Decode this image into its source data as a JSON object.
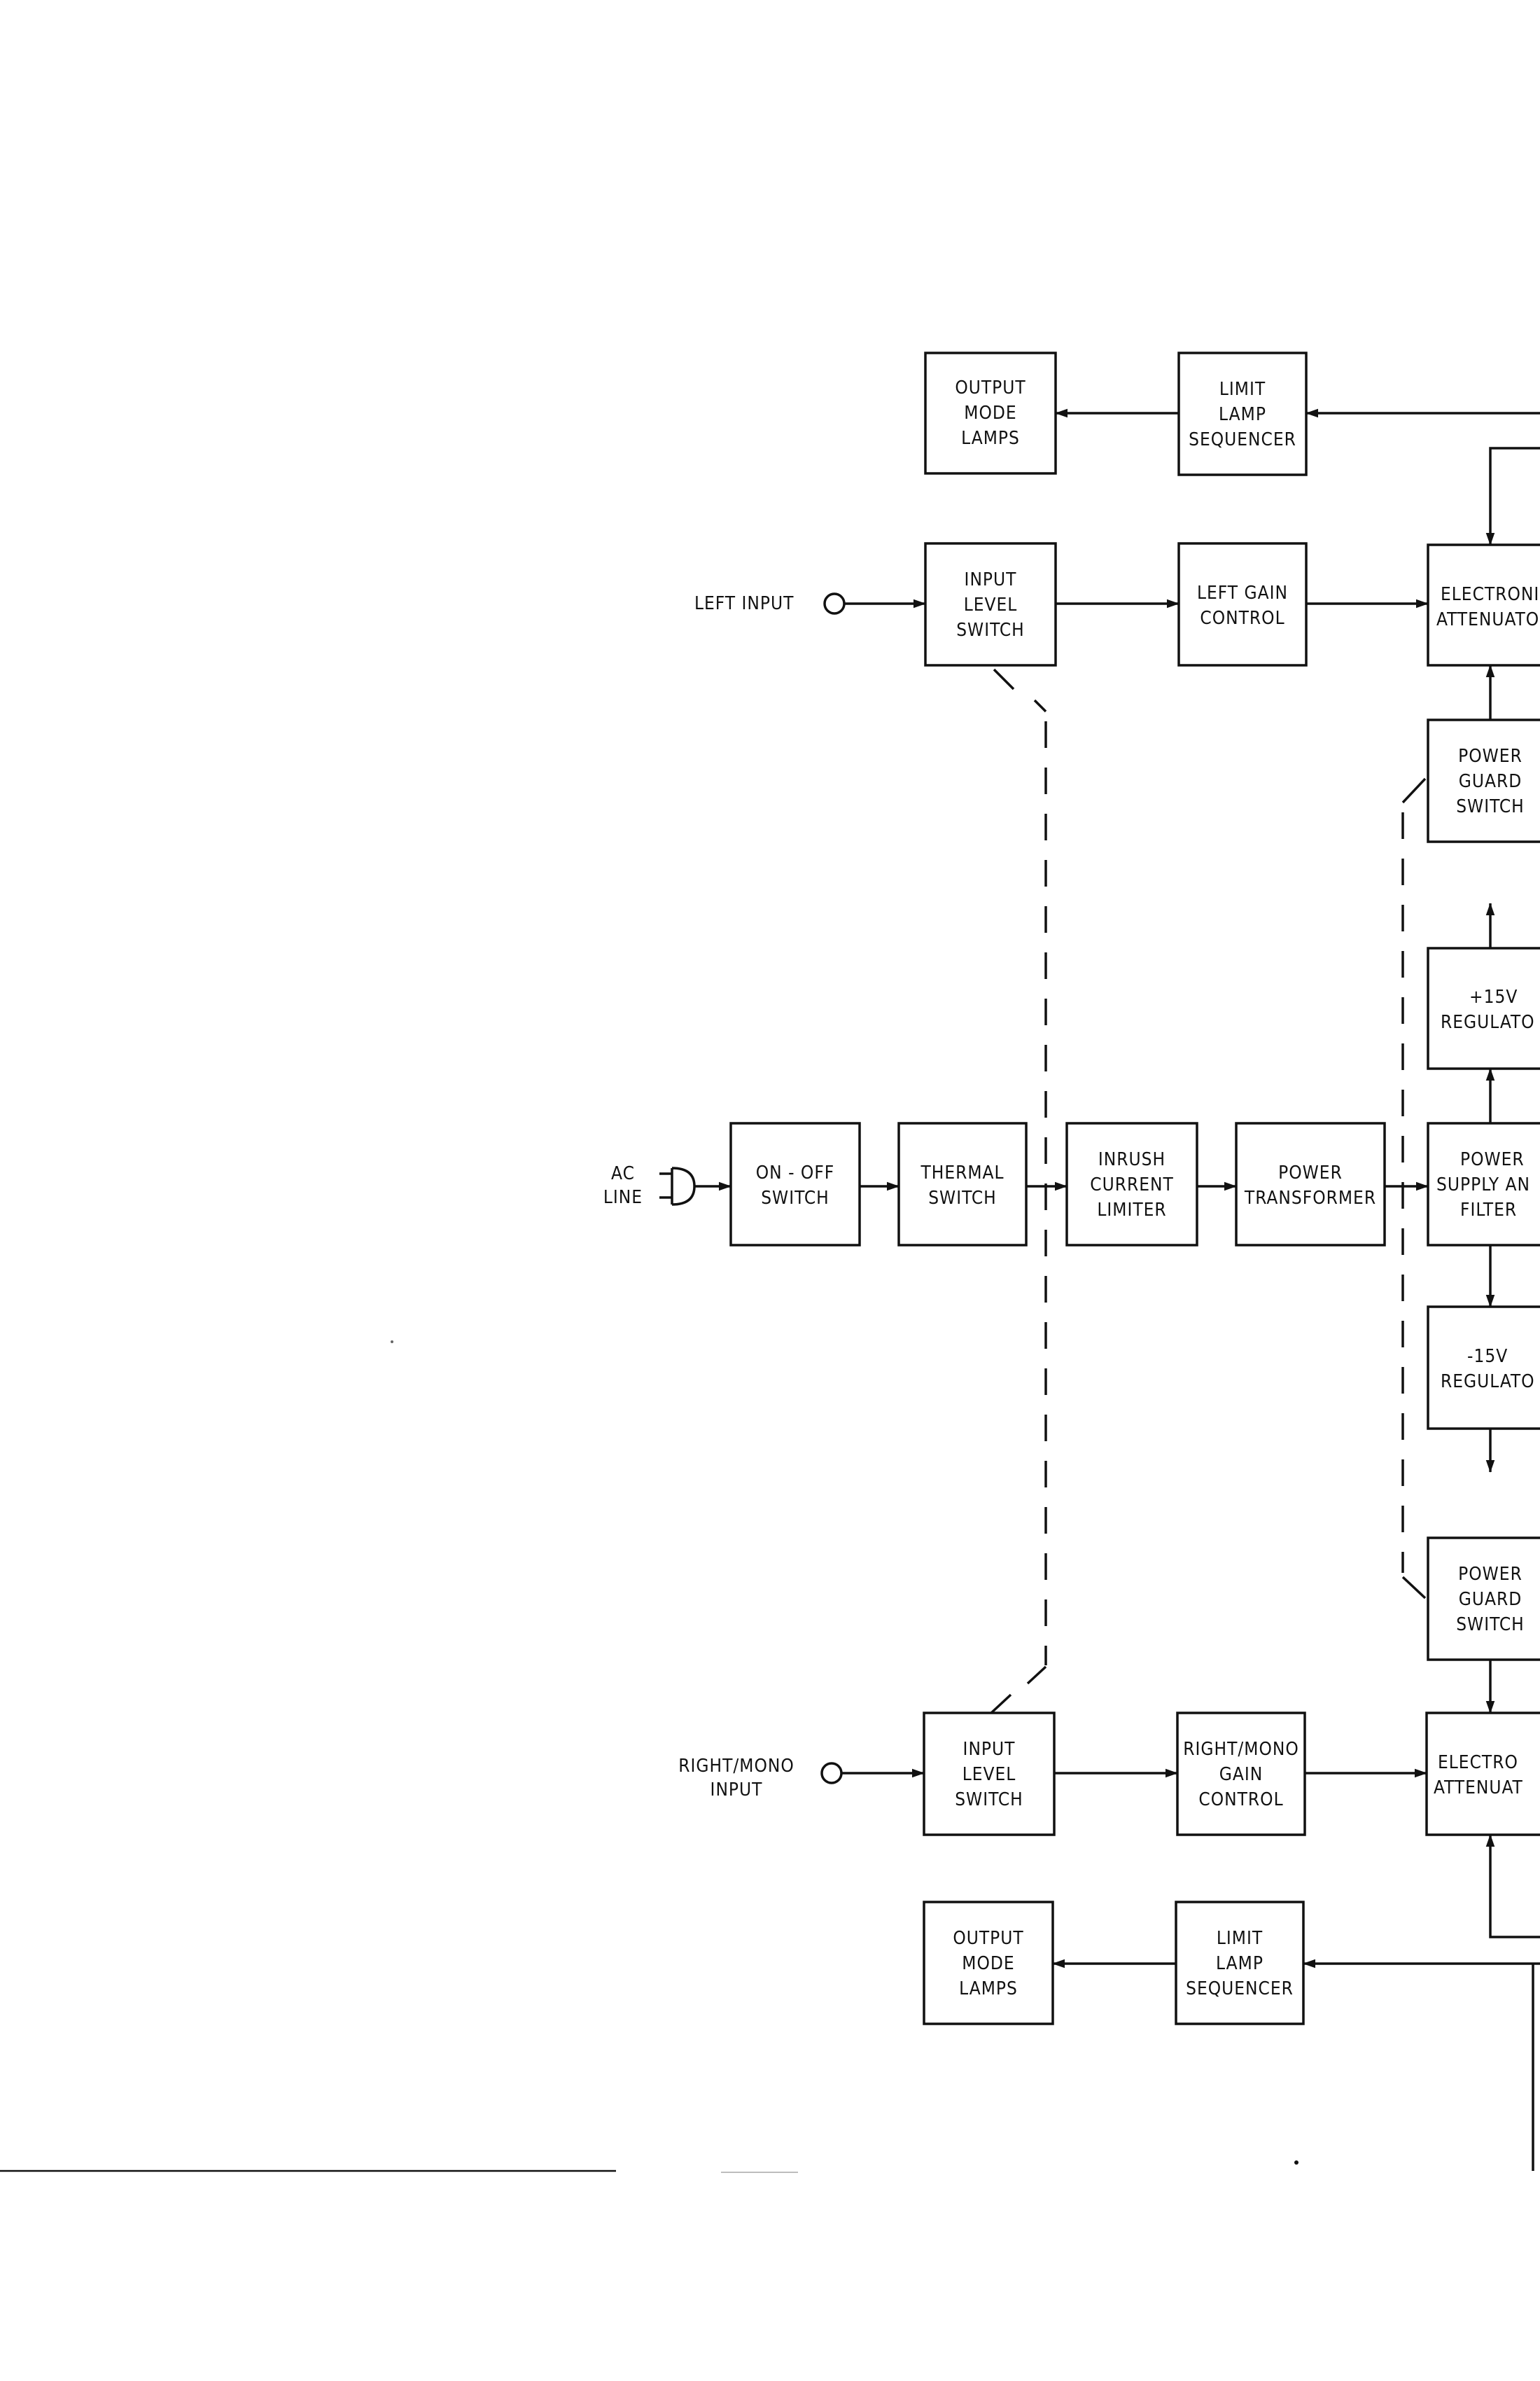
{
  "inputs": {
    "left": [
      "LEFT  INPUT"
    ],
    "right": [
      "RIGHT/MONO",
      "INPUT"
    ],
    "ac": [
      "AC",
      "LINE"
    ]
  },
  "blocks": {
    "out_mode_top": [
      "OUTPUT",
      "MODE",
      "LAMPS"
    ],
    "limit_seq_top": [
      "LIMIT",
      "LAMP",
      "SEQUENCER"
    ],
    "level_sw_left": [
      "INPUT",
      "LEVEL",
      "SWITCH"
    ],
    "gain_left": [
      "LEFT  GAIN",
      "CONTROL"
    ],
    "atten_left": [
      "ELECTRONI",
      "ATTENUATO"
    ],
    "guard_top": [
      "POWER",
      "GUARD",
      "SWITCH"
    ],
    "reg_pos": [
      "+15V",
      "REGULATO"
    ],
    "on_off": [
      "ON - OFF",
      "SWITCH"
    ],
    "thermal": [
      "THERMAL",
      "SWITCH"
    ],
    "inrush": [
      "INRUSH",
      "CURRENT",
      "LIMITER"
    ],
    "transformer": [
      "POWER",
      "TRANSFORMER"
    ],
    "psu": [
      "POWER",
      "SUPPLY AN",
      "FILTER"
    ],
    "reg_neg": [
      "-15V",
      "REGULATO"
    ],
    "guard_bottom": [
      "POWER",
      "GUARD",
      "SWITCH"
    ],
    "level_sw_right": [
      "INPUT",
      "LEVEL",
      "SWITCH"
    ],
    "gain_right": [
      "RIGHT/MONO",
      "GAIN",
      "CONTROL"
    ],
    "atten_right": [
      "ELECTRO",
      "ATTENUAT"
    ],
    "out_mode_bottom": [
      "OUTPUT",
      "MODE",
      "LAMPS"
    ],
    "limit_seq_bottom": [
      "LIMIT",
      "LAMP",
      "SEQUENCER"
    ]
  }
}
